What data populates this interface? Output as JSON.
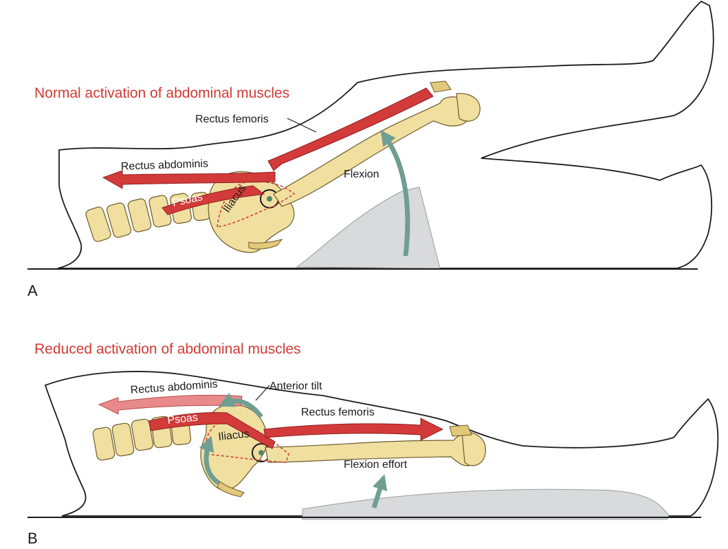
{
  "panel_a": {
    "heading": "Normal activation of abdominal muscles",
    "label_rectus_femoris": "Rectus femoris",
    "label_rectus_abdominis": "Rectus abdominis",
    "label_psoas": "Psoas",
    "label_iliacus": "Iliacus",
    "label_flexion": "Flexion",
    "panel_letter": "A"
  },
  "panel_b": {
    "heading": "Reduced activation of abdominal muscles",
    "label_rectus_abdominis": "Rectus abdominis",
    "label_anterior_tilt": "Anterior tilt",
    "label_rectus_femoris": "Rectus femoris",
    "label_psoas": "Psoas",
    "label_iliacus": "Iliacus",
    "label_flexion_effort": "Flexion effort",
    "panel_letter": "B"
  },
  "colors": {
    "heading_red": "#d23a35",
    "muscle_red": "#d33a3a",
    "bone": "#f1dfa0",
    "arrow_green": "#6f9e92",
    "support_wedge": "#d9dadc"
  }
}
